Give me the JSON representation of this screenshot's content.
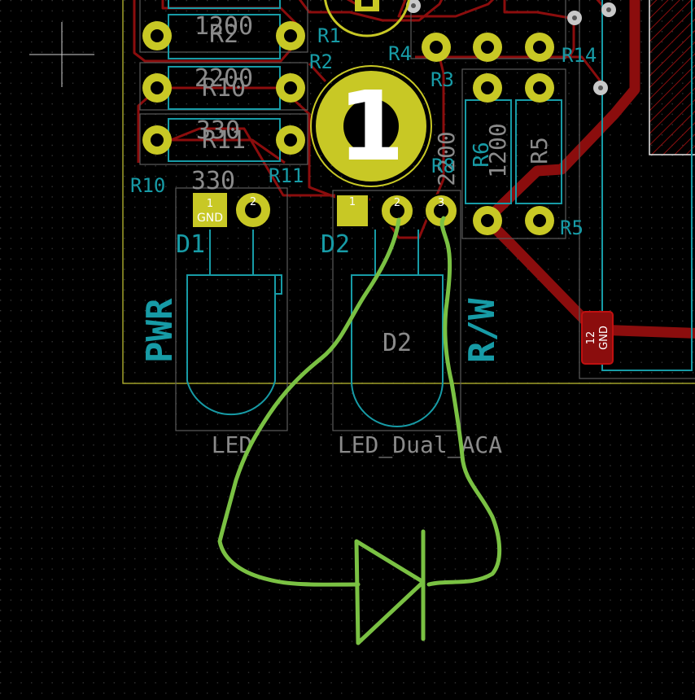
{
  "colors": {
    "background": "#000000",
    "grid_dot": "#3a3a3a",
    "copper_track": "#8b0d0d",
    "pad": "#c8c825",
    "silkscreen": "#179ba6",
    "fab_text": "#8a8a8a",
    "board_edge": "#b8b830",
    "annotation": "#7ac143"
  },
  "labels": {
    "r2_value": "1200",
    "r2_ref": "R2",
    "r10_value": "2200",
    "r10_ref": "R10",
    "r11_value": "330",
    "r11_ref": "R11",
    "r1_ref": "R1",
    "r2_ref_side": "R2",
    "r4_ref": "R4",
    "r3_ref": "R3",
    "r14_ref": "R14",
    "r6_value": "1200",
    "r6_ref": "R6",
    "r5_value": "R5",
    "r5_ref": "R5",
    "r8_value": "2200",
    "r8_ref": "R8",
    "r10_left": "R10",
    "r11_right": "R11",
    "below_r11": "330",
    "d1_ref": "D1",
    "d2_ref": "D2",
    "d2_fab": "D2",
    "pwr": "PWR",
    "rw": "R/W",
    "led_value": "LED",
    "led_dual_value": "LED_Dual_ACA",
    "big_pad_number": "1",
    "d1_pad1": "1",
    "d1_pad1_net": "GND",
    "d1_pad2": "2",
    "d2_pad1": "1",
    "d2_pad2": "2",
    "d2_pad3": "3",
    "conn_pin": "12",
    "conn_net": "GND"
  }
}
